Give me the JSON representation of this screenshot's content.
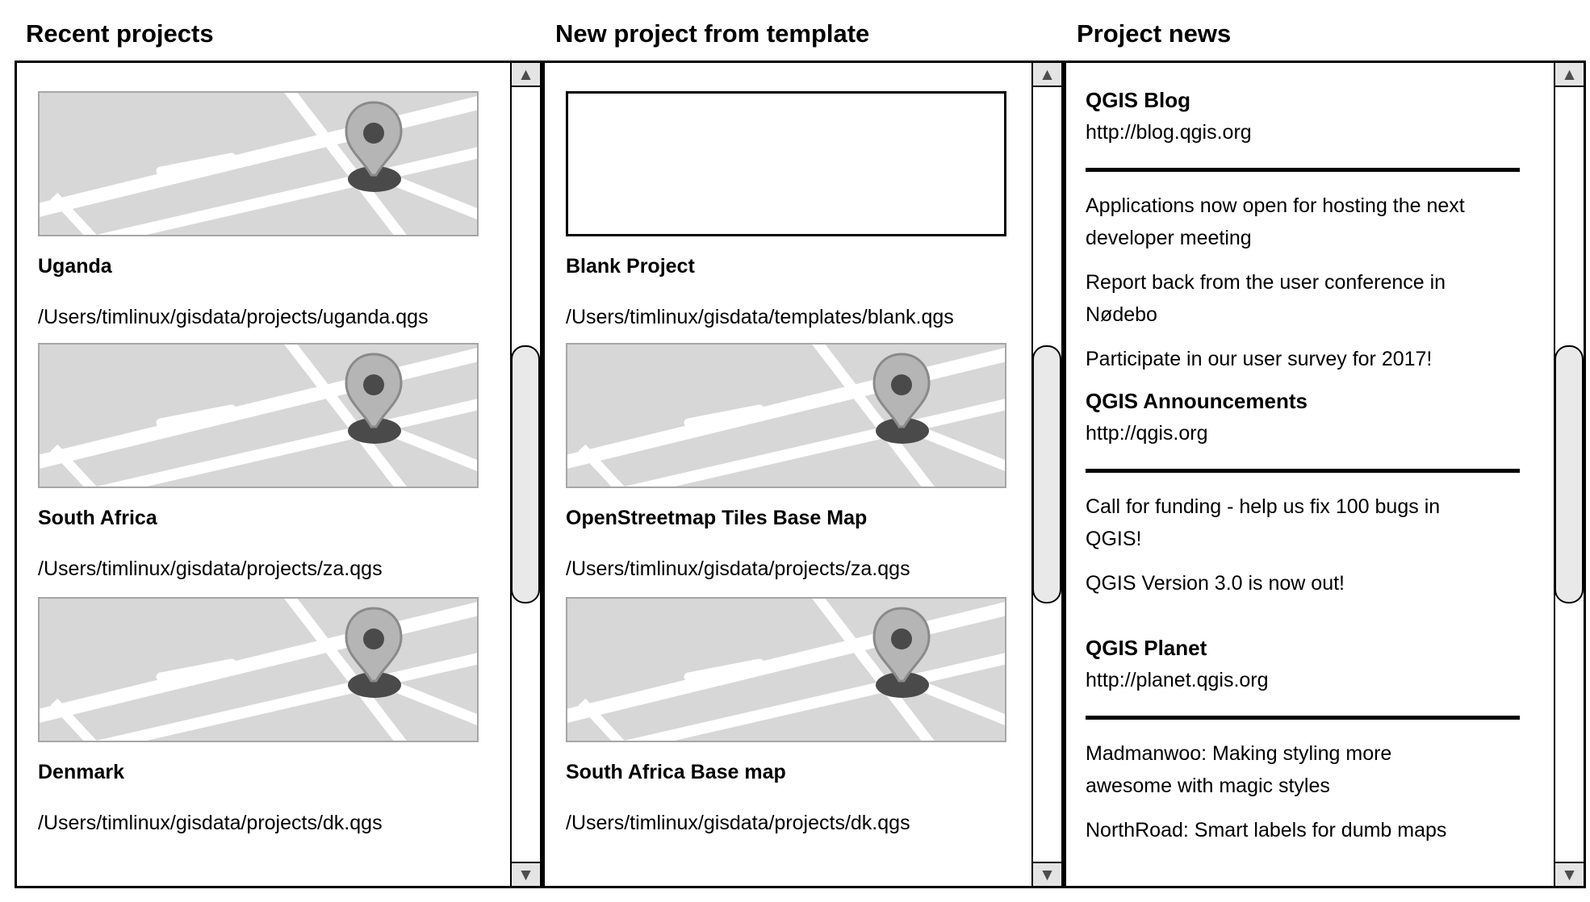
{
  "colors": {
    "panel_border": "#000000",
    "map_background": "#d7d7d7",
    "map_border": "#a6a6a6",
    "road": "#ffffff",
    "pin_body": "#b5b5b5",
    "pin_outline": "#8a8a8a",
    "pin_dark": "#4a4a4a",
    "scroll_button_bg": "#e4e4e4",
    "scroll_arrow": "#4d4d4d",
    "scroll_thumb_bg": "#e9e9e9"
  },
  "icons": {
    "scroll_up": "▲",
    "scroll_down": "▼",
    "map_pin": "location-pin"
  },
  "columns": {
    "recent": {
      "title": "Recent projects",
      "items": [
        {
          "name": "Uganda",
          "path": "/Users/timlinux/gisdata/projects/uganda.qgs"
        },
        {
          "name": "South Africa",
          "path": "/Users/timlinux/gisdata/projects/za.qgs"
        },
        {
          "name": "Denmark",
          "path": "/Users/timlinux/gisdata/projects/dk.qgs"
        }
      ]
    },
    "templates": {
      "title": "New project from template",
      "items": [
        {
          "name": "Blank Project",
          "path": "/Users/timlinux/gisdata/templates/blank.qgs",
          "thumbnail": "blank"
        },
        {
          "name": "OpenStreetmap Tiles Base Map",
          "path": "/Users/timlinux/gisdata/projects/za.qgs",
          "thumbnail": "map"
        },
        {
          "name": "South Africa Base map",
          "path": "/Users/timlinux/gisdata/projects/dk.qgs",
          "thumbnail": "map"
        }
      ]
    },
    "news": {
      "title": "Project news",
      "sections": [
        {
          "heading": "QGIS Blog",
          "url": "http://blog.qgis.org",
          "items": [
            "Applications now open for hosting the next\ndeveloper meeting",
            "Report back from the user conference in\nNødebo",
            "Participate in our user survey for 2017!"
          ]
        },
        {
          "heading": "QGIS Announcements",
          "url": "http://qgis.org",
          "items": [
            "Call for funding - help us fix 100 bugs in\nQGIS!",
            "QGIS Version 3.0 is now out!"
          ]
        },
        {
          "heading": "QGIS Planet",
          "url": "http://planet.qgis.org",
          "items": [
            "Madmanwoo: Making styling more\nawesome with magic styles",
            "NorthRoad: Smart labels for dumb maps"
          ]
        }
      ]
    }
  }
}
